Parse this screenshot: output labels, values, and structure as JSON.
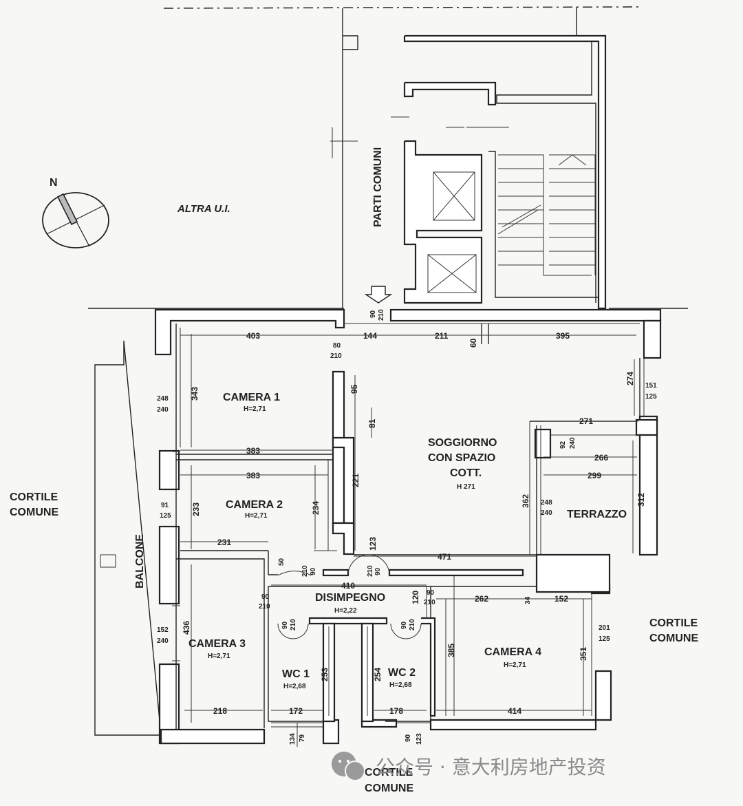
{
  "labels": {
    "north": "N",
    "altra_ui": "ALTRA U.I.",
    "parti_comuni": "PARTI COMUNI",
    "cortile_left_1": "CORTILE",
    "cortile_left_2": "COMUNE",
    "cortile_right_1": "CORTILE",
    "cortile_right_2": "COMUNE",
    "cortile_bottom_1": "CORTILE",
    "cortile_bottom_2": "COMUNE",
    "balcone": "BALCONE",
    "terrazzo": "TERRAZZO"
  },
  "rooms": {
    "camera1": {
      "name": "CAMERA 1",
      "height": "H=2,71"
    },
    "camera2": {
      "name": "CAMERA 2",
      "height": "H=2,71"
    },
    "camera3": {
      "name": "CAMERA 3",
      "height": "H=2,71"
    },
    "camera4": {
      "name": "CAMERA 4",
      "height": "H=2,71"
    },
    "soggiorno": {
      "line1": "SOGGIORNO",
      "line2": "CON SPAZIO",
      "line3": "COTT.",
      "height": "H 271"
    },
    "disimpegno": {
      "name": "DISIMPEGNO",
      "height": "H=2,22"
    },
    "wc1": {
      "name": "WC 1",
      "height": "H=2,68"
    },
    "wc2": {
      "name": "WC 2",
      "height": "H=2,68"
    }
  },
  "dims": {
    "top_403": "403",
    "top_144": "144",
    "top_211": "211",
    "top_60": "60",
    "top_395": "395",
    "door_entry_90": "90",
    "door_entry_210": "210",
    "door_c1_80": "80",
    "door_c1_210": "210",
    "c1_343": "343",
    "c1_383": "383",
    "win_c1_248": "248",
    "win_c1_240": "240",
    "d_95": "95",
    "d_81": "81",
    "d_221": "221",
    "d_123": "123",
    "c2_383": "383",
    "c2_233": "233",
    "c2_234": "234",
    "c2_231": "231",
    "c2_50": "50",
    "win_c2_91": "91",
    "win_c2_125": "125",
    "d_c2_90": "90",
    "d_c2_210": "210",
    "d_s_90": "90",
    "d_s_210": "210",
    "s_274": "274",
    "s_271": "271",
    "win_s_151": "151",
    "win_s_125": "125",
    "t_92": "92",
    "t_240": "240",
    "t_266": "266",
    "t_299": "299",
    "t_362": "362",
    "t_248": "248",
    "t_240b": "240",
    "t_312": "312",
    "s_471": "471",
    "dis_410": "410",
    "dis_90": "90",
    "dis_210": "210",
    "dis_120": "120",
    "dis_90b": "90",
    "dis_210b": "210",
    "c4_262": "262",
    "c4_34": "34",
    "c4_152": "152",
    "c4_385": "385",
    "c4_351": "351",
    "c4_414": "414",
    "win_c4_201": "201",
    "win_c4_125": "125",
    "c3_436": "436",
    "c3_218": "218",
    "win_c3_152": "152",
    "win_c3_240": "240",
    "wc1_90": "90",
    "wc1_210": "210",
    "wc1_253": "253",
    "wc1_172": "172",
    "wc1_134": "134",
    "wc1_79": "79",
    "wc2_90": "90",
    "wc2_210": "210",
    "wc2_254": "254",
    "wc2_178": "178",
    "wc2_90b": "90",
    "wc2_123": "123"
  },
  "watermark": "公众号 · 意大利房地产投资",
  "colors": {
    "ink": "#222222",
    "paper": "#f7f7f5",
    "watermark": "#8a8a8a"
  }
}
